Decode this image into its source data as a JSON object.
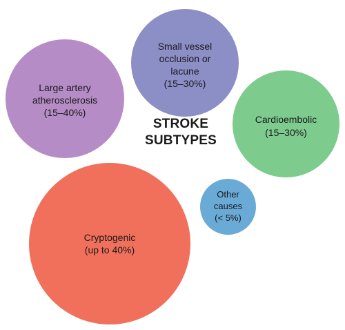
{
  "diagram": {
    "title": {
      "line1": "STROKE",
      "line2": "SUBTYPES"
    },
    "nodes": [
      {
        "id": "small-vessel",
        "label": "Small vessel\nocclusion or\nlacune\n(15–30%)",
        "color": "#8c8ec6"
      },
      {
        "id": "large-artery",
        "label": "Large artery\natherosclerosis\n(15–40%)",
        "color": "#b58cc6"
      },
      {
        "id": "cardioembolic",
        "label": "Cardioembolic\n(15–30%)",
        "color": "#7ecb8e"
      },
      {
        "id": "other",
        "label": "Other\ncauses\n(< 5%)",
        "color": "#6aaad6"
      },
      {
        "id": "cryptogenic",
        "label": "Cryptogenic\n(up to 40%)",
        "color": "#f0705c"
      }
    ]
  }
}
